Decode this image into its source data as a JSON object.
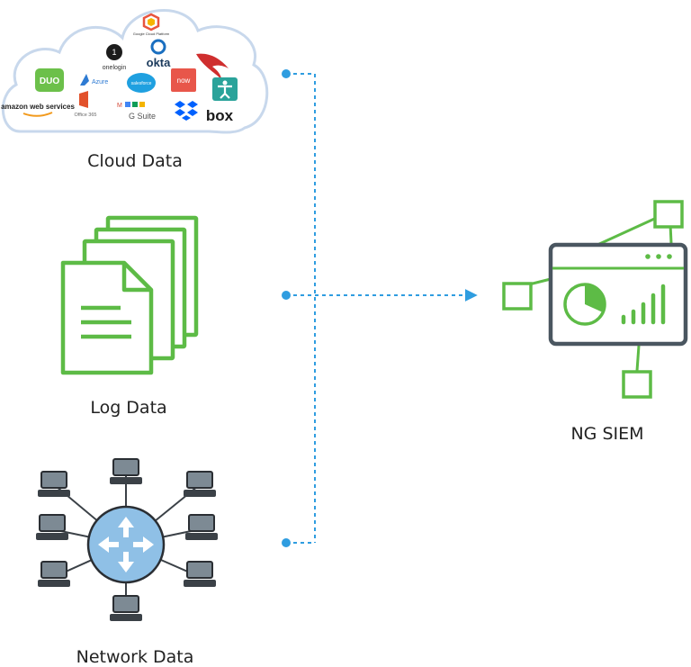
{
  "colors": {
    "green": "#5dbb46",
    "blue_dashed": "#2f9de0",
    "slate": "#4a5660",
    "router": "#8fc0e6",
    "cloud_stroke": "#c8d8ec"
  },
  "sources": {
    "cloud": {
      "label": "Cloud Data",
      "logos": {
        "gcp": "Google Cloud Platform",
        "onelogin": "onelogin",
        "okta": "okta",
        "duo": "DUO",
        "azure": "Azure",
        "salesforce": "salesforce",
        "now": "now",
        "aws": "amazon web services",
        "office": "Office 365",
        "gsuite_mark": "M",
        "gsuite": "G Suite",
        "box": "box"
      }
    },
    "log": {
      "label": "Log Data"
    },
    "network": {
      "label": "Network Data"
    }
  },
  "target": {
    "label": "NG SIEM"
  }
}
